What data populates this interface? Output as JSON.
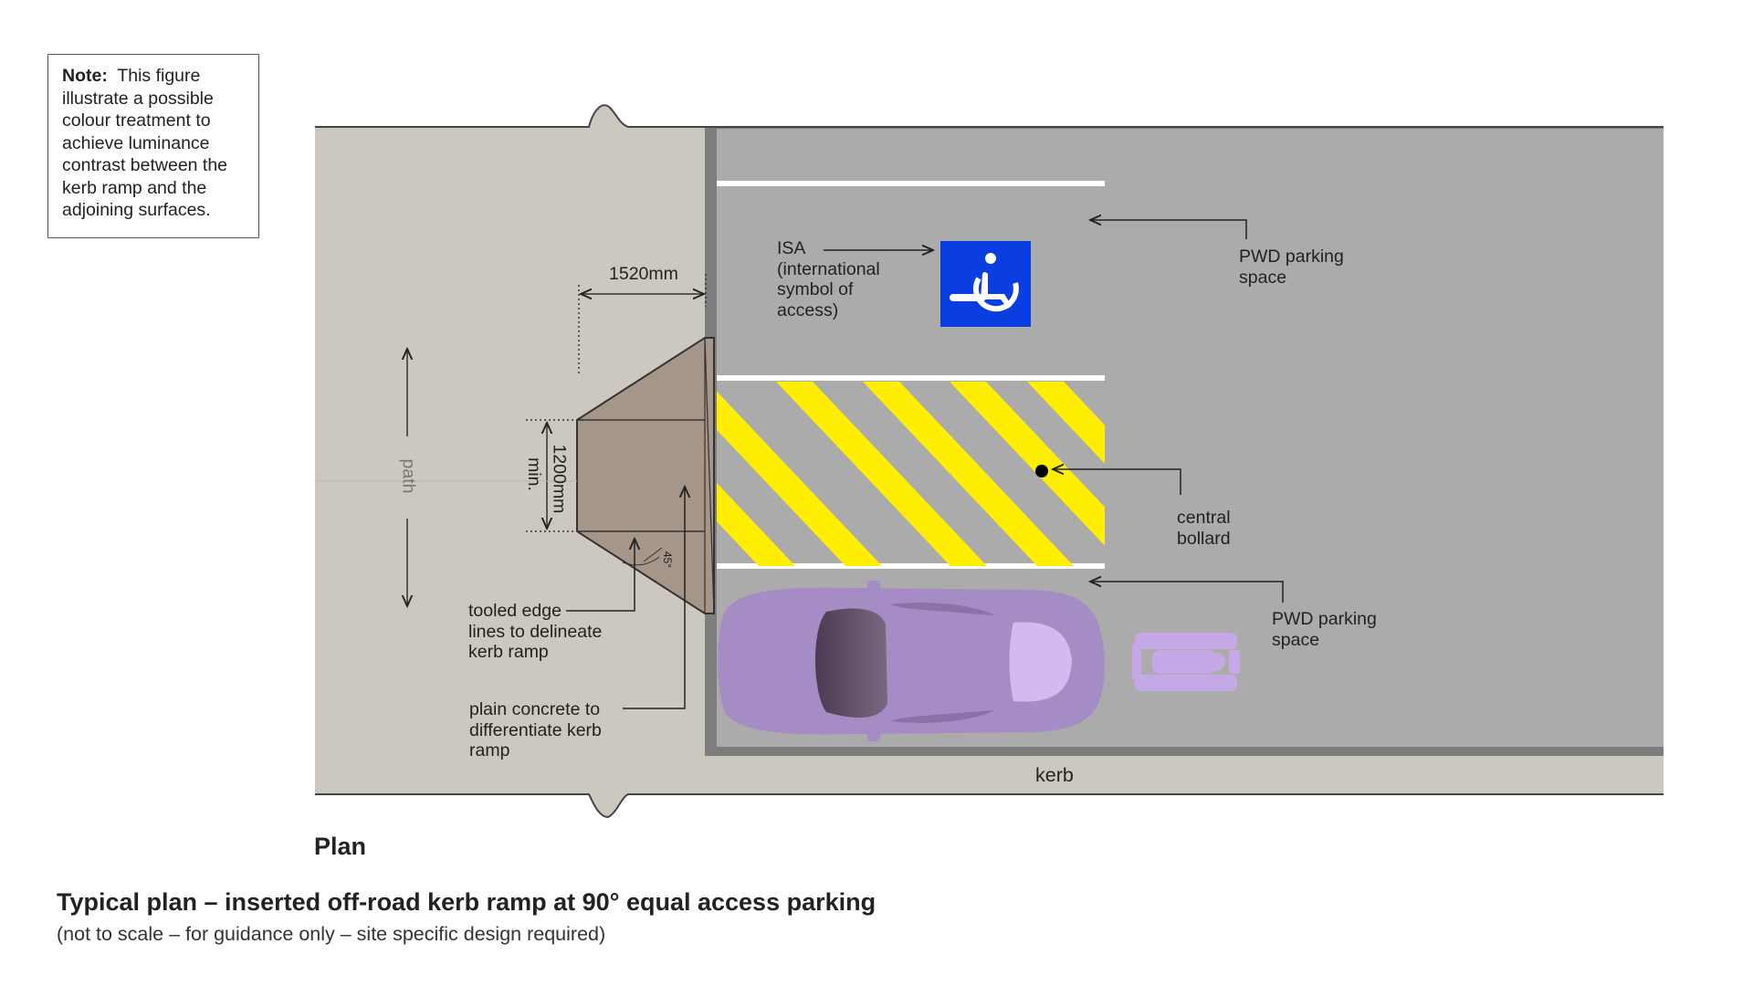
{
  "note": {
    "bold": "Note:",
    "text": "This figure illustrate a possible colour treatment to achieve luminance contrast between the kerb ramp and the adjoining surfaces."
  },
  "labels": {
    "width_dim": "1520mm",
    "height_dim": "1200mm",
    "height_min": "min.",
    "angle": "45°",
    "path": "path",
    "isa_line1": "ISA",
    "isa_line2": "(international",
    "isa_line3": "symbol of",
    "isa_line4": "access)",
    "pwd_top_line1": "PWD parking",
    "pwd_top_line2": "space",
    "bollard_line1": "central",
    "bollard_line2": "bollard",
    "pwd_bottom_line1": "PWD parking",
    "pwd_bottom_line2": "space",
    "tooled_line1": "tooled edge",
    "tooled_line2": "lines to delineate",
    "tooled_line3": "kerb ramp",
    "plain_line1": "plain concrete to",
    "plain_line2": "differentiate kerb",
    "plain_line3": "ramp",
    "kerb": "kerb"
  },
  "plan_title": "Plan",
  "main_title": "Typical plan – inserted off-road kerb ramp at 90° equal access parking",
  "subtitle": "(not to scale – for guidance only – site specific design required)",
  "colors": {
    "footpath": "#cdc8bf",
    "road": "#ababab",
    "kerb_line": "#7d7d7d",
    "ramp": "#a59689",
    "hatch_yellow": "#ffee00",
    "isa_blue": "#0a3ee0",
    "car": "#a58cc4",
    "lines": "#ffffff"
  },
  "icons": [
    "wheelchair-icon",
    "car-icon",
    "person-in-wheelchair-icon",
    "bollard-icon"
  ]
}
